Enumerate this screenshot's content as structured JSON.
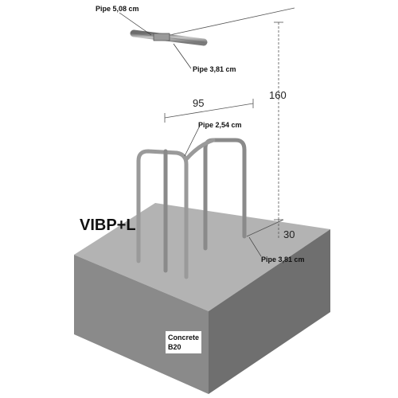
{
  "title": "VIBP+L",
  "labels": {
    "handle_pipe": "Pipe 5,08 cm",
    "stem_pipe": "Pipe 3,81 cm",
    "frame_pipe": "Pipe 2,54 cm",
    "base_pipe": "Pipe 3,81 cm"
  },
  "dimensions": {
    "height": "160",
    "width": "95",
    "depth": "30"
  },
  "concrete": {
    "line1": "Concrete",
    "line2": "B20"
  },
  "colors": {
    "pipe": "#9a9a9a",
    "concrete_top": "#b3b3b3",
    "concrete_left": "#8a8a8a",
    "concrete_right": "#6f6f6f"
  }
}
